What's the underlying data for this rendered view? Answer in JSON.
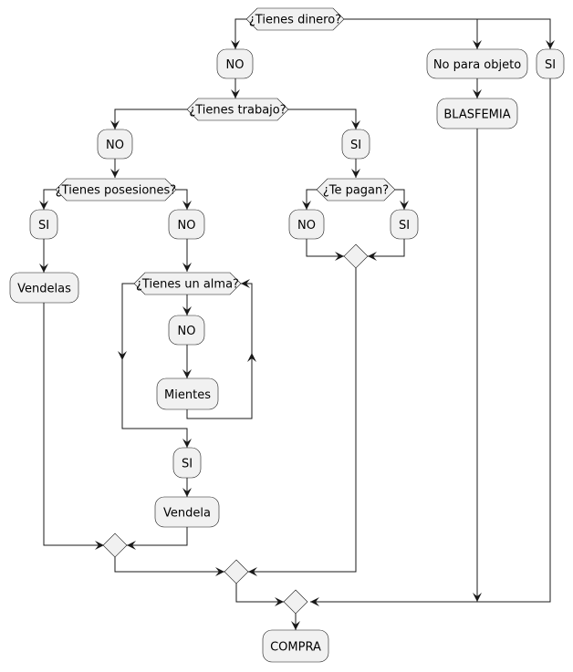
{
  "diagram": {
    "decisions": {
      "dinero": "¿Tienes dinero?",
      "trabajo": "¿Tienes trabajo?",
      "posesiones": "¿Tienes posesiones?",
      "pagan": "¿Te pagan?",
      "alma": "¿Tienes un alma?"
    },
    "actions": {
      "no_dinero": "NO",
      "no_para_objeto": "No para objeto",
      "si_dinero": "SI",
      "blasfemia": "BLASFEMIA",
      "no_trabajo": "NO",
      "si_trabajo": "SI",
      "si_posesiones": "SI",
      "vendelas": "Vendelas",
      "no_posesiones": "NO",
      "no_pagan": "NO",
      "si_pagan": "SI",
      "no_alma": "NO",
      "mientes": "Mientes",
      "si_alma": "SI",
      "vendela": "Vendela",
      "compra": "COMPRA"
    },
    "colors": {
      "node_fill": "#f1f1f1",
      "stroke": "#181818",
      "background": "#ffffff"
    }
  }
}
